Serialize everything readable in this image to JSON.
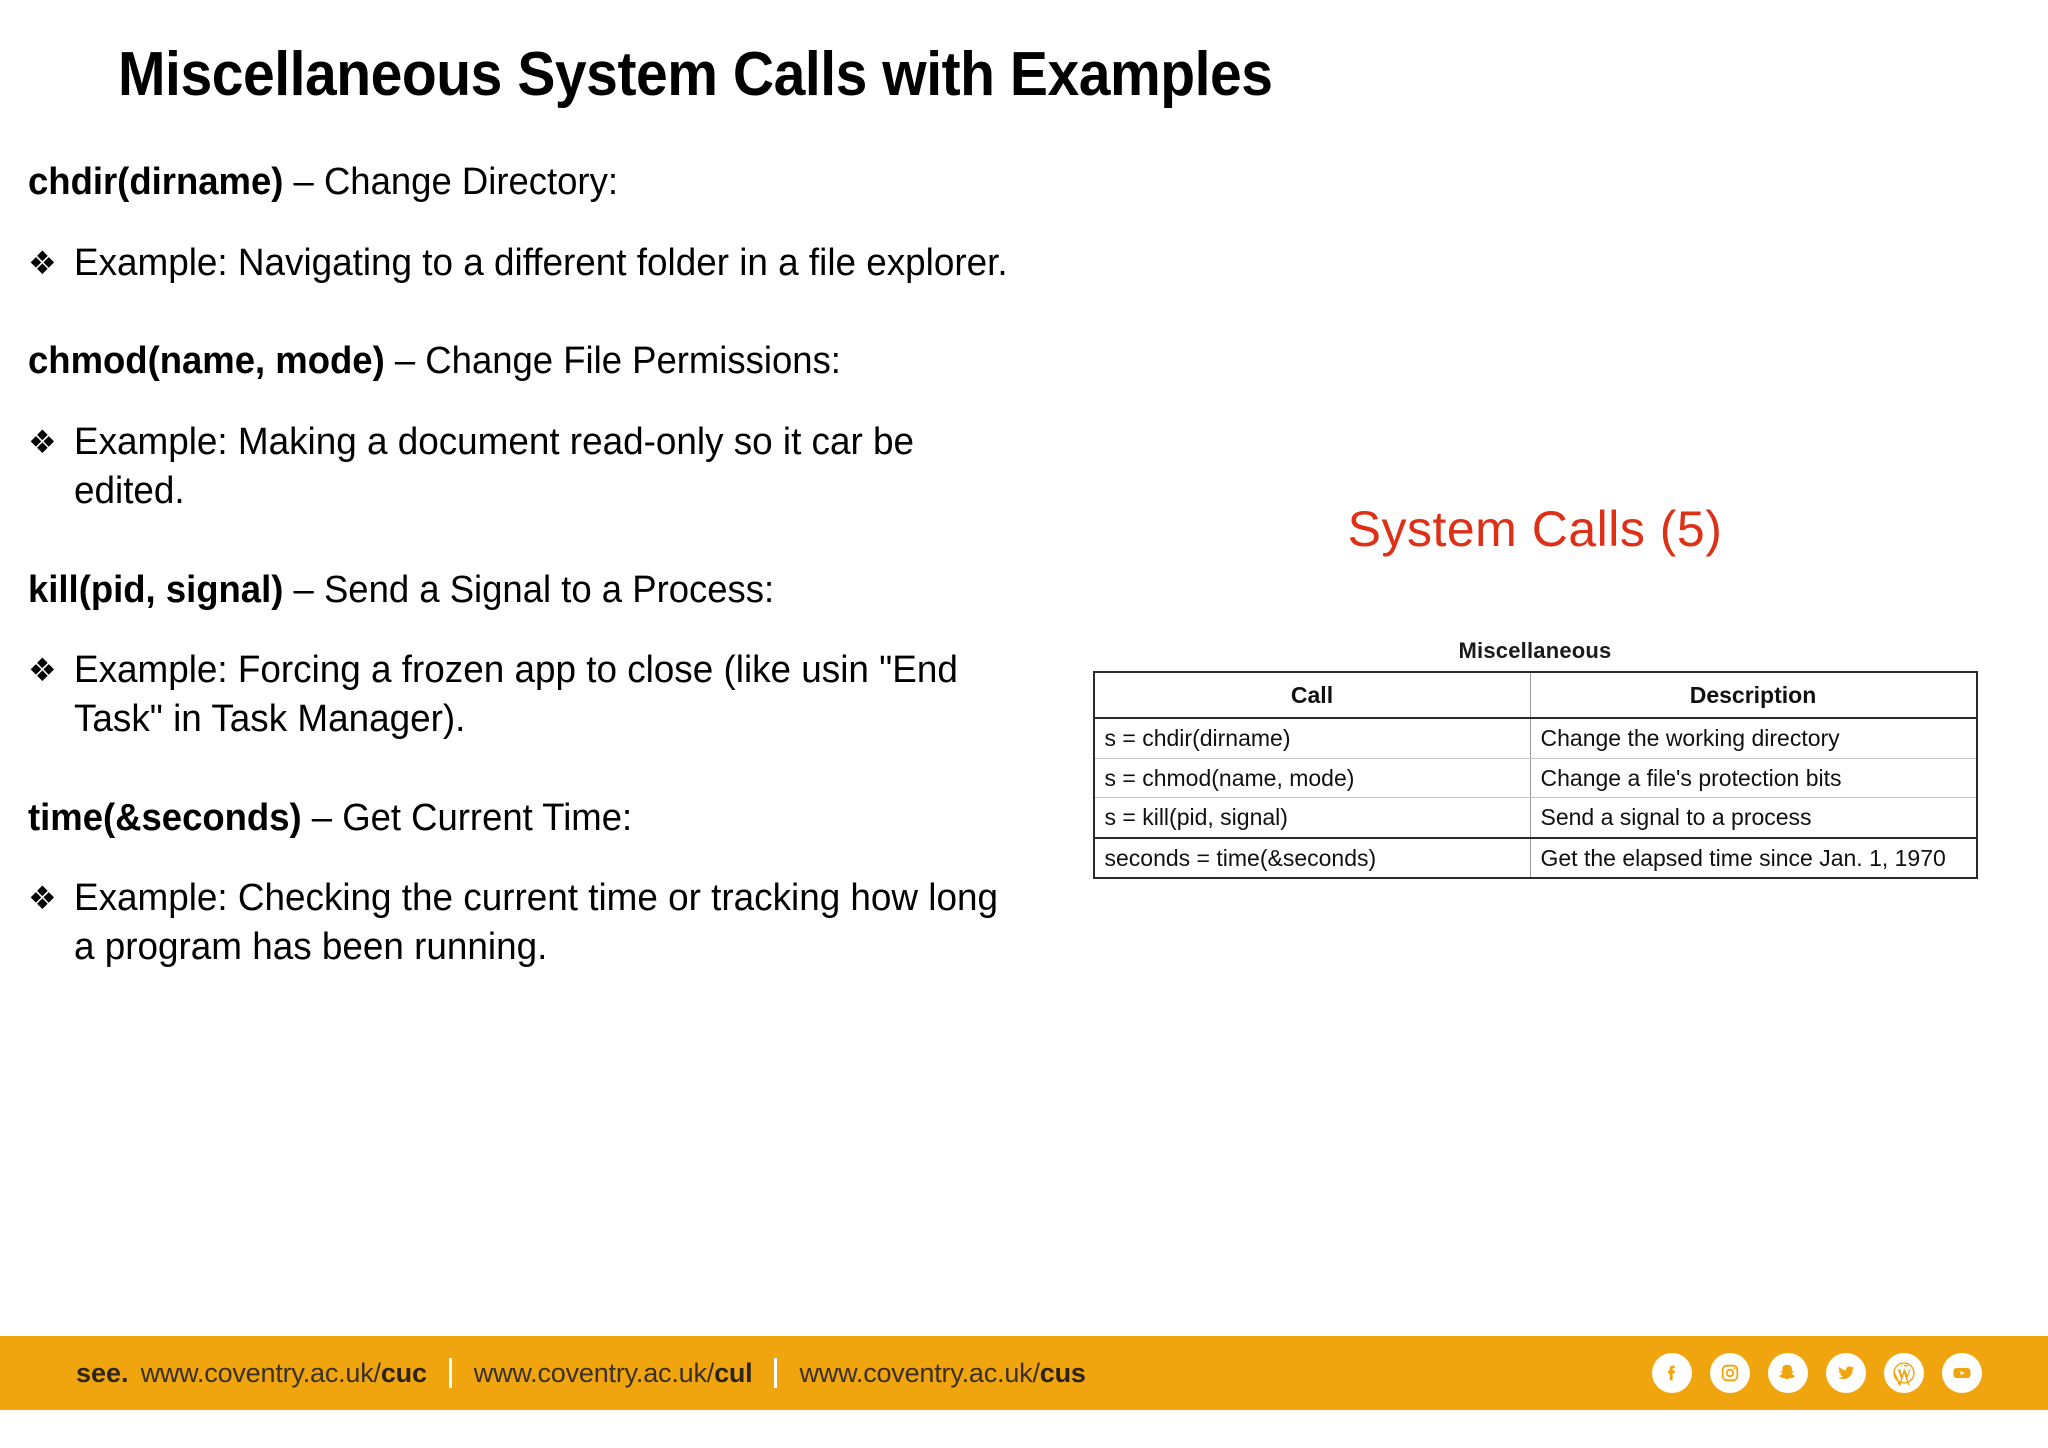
{
  "slide": {
    "title": "Miscellaneous System Calls with Examples",
    "background_color": "#ffffff"
  },
  "content": {
    "blocks": [
      {
        "call": "chdir(dirname)",
        "dash": " – ",
        "description": "Change Directory:",
        "bullet_glyph": "❖",
        "bullet_text": "Example: Navigating to a different folder in a file explorer."
      },
      {
        "call": "chmod(name, mode)",
        "dash": " – ",
        "description": "Change File Permissions:",
        "bullet_glyph": "❖",
        "bullet_text": "Example: Making a document read-only so it car be edited."
      },
      {
        "call": "kill(pid, signal)",
        "dash": " – ",
        "description": "Send a Signal to a Process:",
        "bullet_glyph": "❖",
        "bullet_text": "Example: Forcing a frozen app to close (like usin \"End Task\" in Task Manager)."
      },
      {
        "call": "time(&seconds)",
        "dash": " – ",
        "description": "Get Current Time:",
        "bullet_glyph": "❖",
        "bullet_text": "Example: Checking the current time or tracking how long a program has been running."
      }
    ]
  },
  "right_panel": {
    "heading": "System Calls (5)",
    "heading_color": "#dd3016",
    "table": {
      "caption": "Miscellaneous",
      "columns": [
        "Call",
        "Description"
      ],
      "rows": [
        [
          "s = chdir(dirname)",
          "Change the working directory"
        ],
        [
          "s = chmod(name, mode)",
          "Change a file's protection bits"
        ],
        [
          "s = kill(pid, signal)",
          "Send a signal to a process"
        ],
        [
          "seconds = time(&seconds)",
          "Get the elapsed time since Jan. 1, 1970"
        ]
      ]
    }
  },
  "footer": {
    "background_color": "#f0a50f",
    "see_label": "see.",
    "links": [
      {
        "prefix": "www.coventry.ac.uk/",
        "bold": "cuc"
      },
      {
        "prefix": "www.coventry.ac.uk/",
        "bold": "cul"
      },
      {
        "prefix": "www.coventry.ac.uk/",
        "bold": "cus"
      }
    ],
    "social_icons": [
      "facebook-icon",
      "instagram-icon",
      "snapchat-icon",
      "twitter-icon",
      "wordpress-icon",
      "youtube-icon"
    ]
  }
}
